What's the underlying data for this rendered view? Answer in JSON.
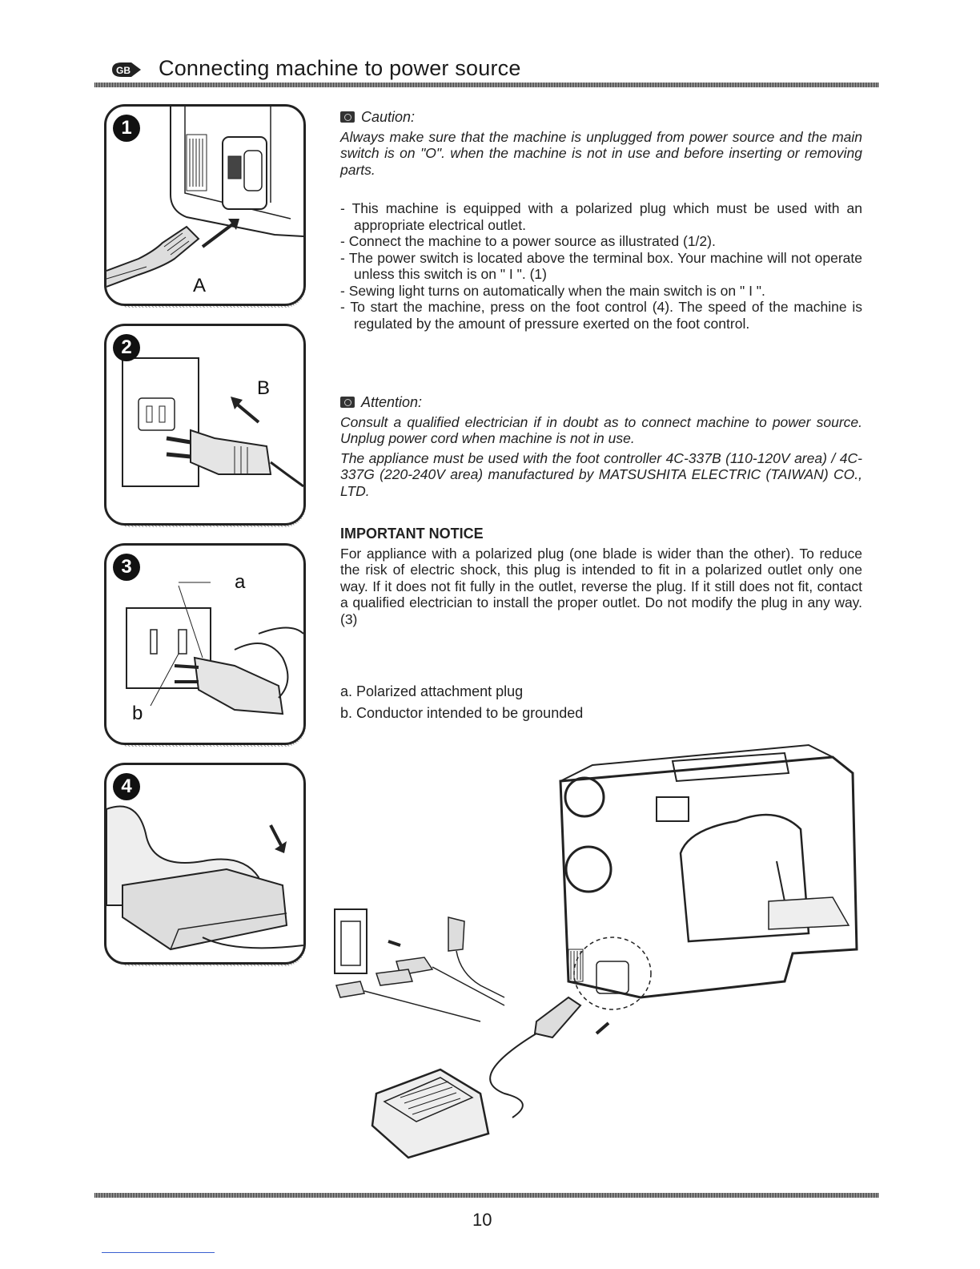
{
  "header": {
    "badge": "GB",
    "title": "Connecting machine to power source"
  },
  "figures": [
    {
      "number": "1",
      "label": "A"
    },
    {
      "number": "2",
      "label": "B"
    },
    {
      "number": "3",
      "label_a": "a",
      "label_b": "b"
    },
    {
      "number": "4"
    }
  ],
  "caution": {
    "title": "Caution:",
    "text": "Always make sure that the machine is unplugged from power source and the main switch is on \"O\". when the machine is not in use and before inserting or removing parts."
  },
  "instructions": [
    "- This machine is equipped with a polarized plug which must be used with an appropriate electrical outlet.",
    "- Connect the machine to a power source as illustrated (1/2).",
    "- The power switch is located above the terminal box. Your machine will not operate unless this switch is on \" I \". (1)",
    "- Sewing light turns on automatically when the main switch is on \" I \".",
    "- To start the machine, press on the foot control (4). The speed of the machine is regulated by the amount of pressure exerted on the foot control."
  ],
  "attention": {
    "title": "Attention:",
    "text1": "Consult a qualified electrician if in doubt as to connect machine to power source. Unplug power cord when machine is not in use.",
    "text2": "The appliance must be used with the foot controller 4C-337B (110-120V area) / 4C-337G (220-240V area) manufactured by MATSUSHITA ELECTRIC (TAIWAN) CO., LTD."
  },
  "important_notice": {
    "title": "IMPORTANT NOTICE",
    "text": "For appliance with a polarized plug (one blade is wider than the other). To reduce the risk of electric shock, this plug is intended to fit in a polarized outlet only one way. If it does not fit fully in the outlet, reverse the plug. If it still does not fit, contact a qualified electrician to install the proper outlet. Do not modify the plug in any way. (3)"
  },
  "legend": [
    "a. Polarized attachment plug",
    "b. Conductor intended to be grounded"
  ],
  "page_number": "10"
}
